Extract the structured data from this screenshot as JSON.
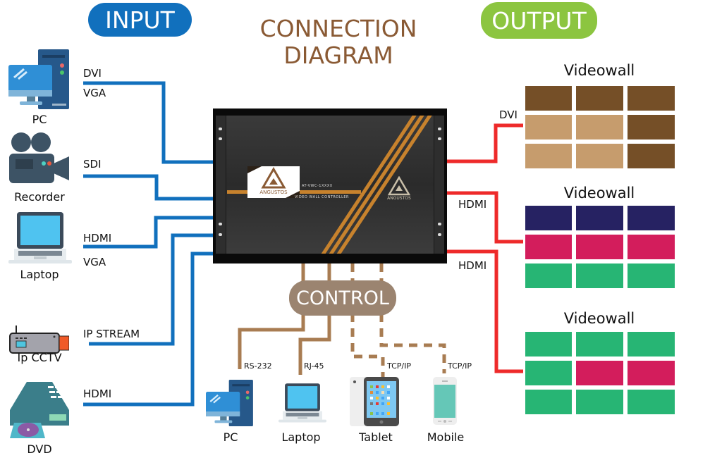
{
  "title": {
    "line1": "CONNECTION",
    "line2": "DIAGRAM"
  },
  "sections": {
    "input": "INPUT",
    "output": "OUTPUT",
    "control": "CONTROL"
  },
  "colors": {
    "input_accent": "#1170bd",
    "output_accent": "#8cc540",
    "control_accent": "#9b8470",
    "title_brown": "#8a5a34",
    "input_wire": "#1170bd",
    "output_wire": "#ee2a2a",
    "control_wire": "#a87c52"
  },
  "inputs": [
    {
      "device": "PC",
      "icon": "desktop-pc-icon",
      "signals": [
        "DVI",
        "VGA"
      ]
    },
    {
      "device": "Recorder",
      "icon": "video-camera-icon",
      "signals": [
        "SDI"
      ]
    },
    {
      "device": "Laptop",
      "icon": "laptop-icon",
      "signals": [
        "HDMI",
        "VGA"
      ]
    },
    {
      "device": "Ip CCTV",
      "icon": "ip-camera-icon",
      "signals": [
        "IP STREAM"
      ]
    },
    {
      "device": "DVD",
      "icon": "dvd-player-icon",
      "signals": [
        "HDMI"
      ]
    }
  ],
  "controller": {
    "brand": "ANGUSTOS",
    "model": "AT-VWC-1XXXX",
    "type": "VIDEO WALL CONTROLLER"
  },
  "outputs": [
    {
      "signal": "DVI",
      "title": "Videowall",
      "cells": [
        "#754f27",
        "#754f27",
        "#754f27",
        "#c69c6d",
        "#c69c6d",
        "#754f27",
        "#c69c6d",
        "#c69c6d",
        "#754f27"
      ]
    },
    {
      "signal": "HDMI",
      "title": "Videowall",
      "cells": [
        "#262262",
        "#262262",
        "#262262",
        "#d31d5c",
        "#d31d5c",
        "#d31d5c",
        "#27b574",
        "#27b574",
        "#27b574"
      ]
    },
    {
      "signal": "HDMI",
      "title": "Videowall",
      "cells": [
        "#27b574",
        "#27b574",
        "#27b574",
        "#27b574",
        "#d31d5c",
        "#d31d5c",
        "#27b574",
        "#27b574",
        "#27b574"
      ]
    }
  ],
  "controls": [
    {
      "device": "PC",
      "icon": "desktop-pc-icon",
      "protocol": "RS-232",
      "wired": true
    },
    {
      "device": "Laptop",
      "icon": "laptop-icon",
      "protocol": "RJ-45",
      "wired": true
    },
    {
      "device": "Tablet",
      "icon": "tablet-icon",
      "protocol": "TCP/IP",
      "wired": false
    },
    {
      "device": "Mobile",
      "icon": "mobile-phone-icon",
      "protocol": "TCP/IP",
      "wired": false
    }
  ]
}
